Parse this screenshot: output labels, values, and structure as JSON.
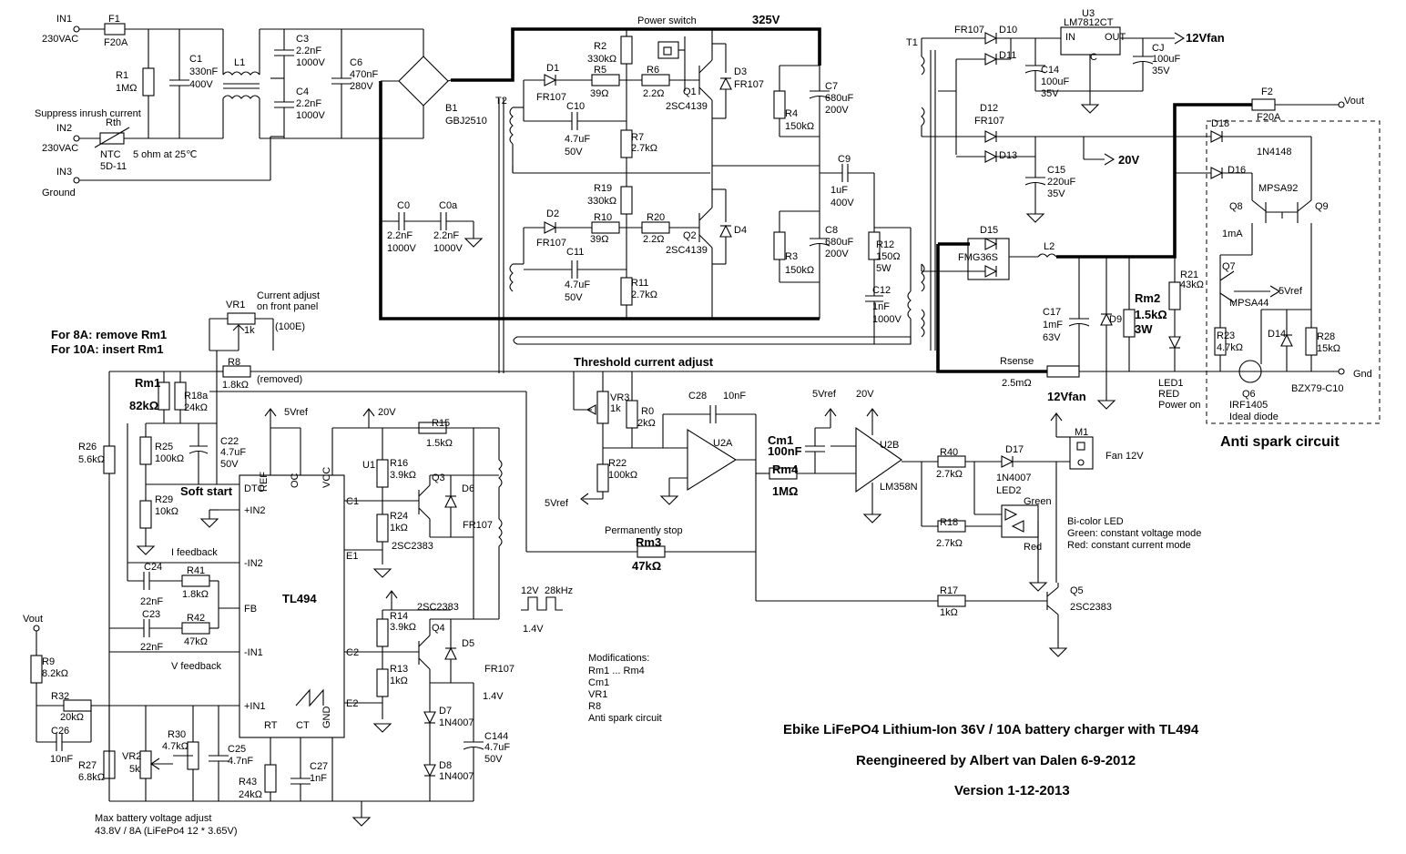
{
  "inputs": {
    "in1": "IN1",
    "in1_sub": "230VAC",
    "in2": "IN2",
    "in2_sub": "230VAC",
    "in3": "IN3",
    "in3_sub": "Ground"
  },
  "front": {
    "f1": "F1",
    "f1v": "F20A",
    "r1": "R1",
    "r1v": "1MΩ",
    "c1": "C1",
    "c1a": "330nF",
    "c1b": "400V",
    "l1": "L1",
    "c3": "C3",
    "c3a": "2.2nF",
    "c3b": "1000V",
    "c4": "C4",
    "c4a": "2.2nF",
    "c4b": "1000V",
    "c6": "C6",
    "c6a": "470nF",
    "c6b": "280V",
    "inrush": "Suppress inrush current",
    "rth": "Rth",
    "ntc": "NTC",
    "ntcv": "5D-11",
    "ntc_note": "5 ohm at 25℃",
    "b1": "B1",
    "b1v": "GBJ2510",
    "c0": "C0",
    "c0a": "2.2nF",
    "c0b": "1000V",
    "c0x": "C0a",
    "c0xa": "2.2nF",
    "c0xb": "1000V"
  },
  "power": {
    "switch_label": "Power switch",
    "v325": "325V",
    "t2": "T2",
    "d1": "D1",
    "d1v": "FR107",
    "r2": "R2",
    "r2v": "330kΩ",
    "r5": "R5",
    "r5v": "39Ω",
    "r6": "R6",
    "r6v": "2.2Ω",
    "q1": "Q1",
    "q1v": "2SC4139",
    "d3": "D3",
    "d3v": "FR107",
    "c10": "C10",
    "c10a": "4.7uF",
    "c10b": "50V",
    "r7": "R7",
    "r7v": "2.7kΩ",
    "r19": "R19",
    "r19v": "330kΩ",
    "d2": "D2",
    "d2v": "FR107",
    "r10": "R10",
    "r10v": "39Ω",
    "r20": "R20",
    "r20v": "2.2Ω",
    "q2": "Q2",
    "q2v": "2SC4139",
    "d4": "D4",
    "c11": "C11",
    "c11a": "4.7uF",
    "c11b": "50V",
    "r11": "R11",
    "r11v": "2.7kΩ",
    "r4": "R4",
    "r4v": "150kΩ",
    "c7": "C7",
    "c7a": "680uF",
    "c7b": "200V",
    "c9": "C9",
    "c9a": "1uF",
    "c9b": "400V",
    "r3": "R3",
    "r3v": "150kΩ",
    "c8": "C8",
    "c8a": "680uF",
    "c8b": "200V",
    "r12": "R12",
    "r12a": "150Ω",
    "r12b": "5W",
    "c12": "C12",
    "c12a": "1nF",
    "c12b": "1000V"
  },
  "secondary": {
    "t1": "T1",
    "fr107": "FR107",
    "d10": "D10",
    "d11": "D11",
    "u3": "U3",
    "u3v": "LM7812CT",
    "in": "IN",
    "out": "OUT",
    "c": "C",
    "v12fan": "12Vfan",
    "cj": "CJ",
    "cja": "100uF",
    "cjb": "35V",
    "c14": "C14",
    "c14a": "100uF",
    "c14b": "35V",
    "f2": "F2",
    "f2v": "F20A",
    "vout": "Vout",
    "d12": "D12",
    "d12v": "FR107",
    "d13": "D13",
    "v20": "20V",
    "c15": "C15",
    "c15a": "220uF",
    "c15b": "35V",
    "d15": "D15",
    "d15v": "FMG36S",
    "l2": "L2",
    "c17": "C17",
    "c17a": "1mF",
    "c17b": "63V",
    "d9": "D9",
    "rm2": "Rm2",
    "rm2a": "1.5kΩ",
    "rm2b": "3W",
    "r21": "R21",
    "r21v": "43kΩ",
    "led1": "LED1",
    "led1b": "RED",
    "led1c": "Power on",
    "rsense": "Rsense",
    "rsensev": "2.5mΩ",
    "gnd": "Gnd"
  },
  "antispark": {
    "title": "Anti spark circuit",
    "d18": "D18",
    "d18v": "1N4148",
    "d16": "D16",
    "mpsa92": "MPSA92",
    "q8": "Q8",
    "q9": "Q9",
    "i1ma": "1mA",
    "q7": "Q7",
    "vref": "5Vref",
    "mpsa44": "MPSA44",
    "r23": "R23",
    "r23v": "4.7kΩ",
    "d14": "D14",
    "r28": "R28",
    "r28v": "15kΩ",
    "q6": "Q6",
    "q6v": "IRF1405",
    "ideal": "Ideal diode",
    "bzx": "BZX79-C10"
  },
  "control": {
    "vr1": "VR1",
    "vr1v": "1k",
    "cur_adj1": "Current adjust",
    "cur_adj2": "on front panel",
    "e100": "(100E)",
    "note8a": "For 8A: remove Rm1",
    "note10a": "For 10A: insert Rm1",
    "r8": "R8",
    "r8v": "1.8kΩ",
    "removed": "(removed)",
    "rm1": "Rm1",
    "rm1v": "82kΩ",
    "r18a": "R18a",
    "r18av": "24kΩ",
    "v5ref": "5Vref",
    "v20": "20V",
    "r26": "R26",
    "r26v": "5.6kΩ",
    "r25": "R25",
    "r25v": "100kΩ",
    "c22": "C22",
    "c22a": "4.7uF",
    "c22b": "50V",
    "softstart": "Soft start",
    "r29": "R29",
    "r29v": "10kΩ",
    "ifeedback": "I feedback",
    "c24": "C24",
    "c24v": "22nF",
    "r41": "R41",
    "r41v": "1.8kΩ",
    "c23": "C23",
    "c23v": "22nF",
    "r42": "R42",
    "r42v": "47kΩ",
    "vfeedback": "V feedback",
    "vout": "Vout",
    "r9": "R9",
    "r9v": "8.2kΩ",
    "r32": "R32",
    "r32v": "20kΩ",
    "c26": "C26",
    "c26v": "10nF",
    "r27": "R27",
    "r27v": "6.8kΩ",
    "vr2": "VR2",
    "vr2v": "5k",
    "r30": "R30",
    "r30v": "4.7kΩ",
    "c25": "C25",
    "c25v": "4.7nF",
    "r43": "R43",
    "r43v": "24kΩ",
    "c27": "C27",
    "c27v": "1nF",
    "maxv1": "Max battery voltage adjust",
    "maxv2": "43.8V / 8A (LiFePo4 12 * 3.65V)",
    "tl494": "TL494",
    "u1": "U1",
    "dtc": "DTC",
    "ref": "REF",
    "oc": "OC",
    "vcc": "VCC",
    "in2p": "+IN2",
    "in2m": "-IN2",
    "fb": "FB",
    "in1m": "-IN1",
    "in1p": "+IN1",
    "rt": "RT",
    "ct": "CT",
    "gndp": "GND",
    "c1p": "C1",
    "e1p": "E1",
    "c2p": "C2",
    "e2p": "E2",
    "r15": "R15",
    "r15v": "1.5kΩ",
    "r16": "R16",
    "r16v": "3.9kΩ",
    "r24": "R24",
    "r24v": "1kΩ",
    "q3": "Q3",
    "d6": "D6",
    "fr107": "FR107",
    "q3v": "2SC2383",
    "r14": "R14",
    "r14v": "3.9kΩ",
    "r13": "R13",
    "r13v": "1kΩ",
    "q4": "Q4",
    "q4v": "2SC2383",
    "d5": "D5",
    "v14": "1.4V",
    "d7": "D7",
    "d7v": "1N4007",
    "d8": "D8",
    "d8v": "1N4007",
    "c144": "C144",
    "c144a": "4.7uF",
    "c144b": "50V",
    "v12": "12V",
    "f28": "28kHz",
    "v14b": "1.4V"
  },
  "opamp": {
    "thresh": "Threshold current  adjust",
    "vr3": "VR3",
    "vr3v": "1k",
    "r0": "R0",
    "r0v": "2kΩ",
    "c28": "C28",
    "c28v": "10nF",
    "u2a": "U2A",
    "r22": "R22",
    "r22v": "100kΩ",
    "v5ref": "5Vref",
    "rm4": "Rm4",
    "rm4v": "1MΩ",
    "cm1": "Cm1",
    "cm1v": "100nF",
    "u2b": "U2B",
    "lm358": "LM358N",
    "v5ref2": "5Vref",
    "v20": "20V",
    "r40": "R40",
    "r40v": "2.7kΩ",
    "d17": "D17",
    "d17v": "1N4007",
    "led2": "LED2",
    "green": "Green",
    "red": "Red",
    "v12fan": "12Vfan",
    "m1": "M1",
    "fan": "Fan 12V",
    "bicolor": "Bi-color LED",
    "green_mode": "Green: constant voltage mode",
    "red_mode": "Red:  constant current mode",
    "r18": "R18",
    "r18v": "2.7kΩ",
    "stop": "Permanently stop",
    "rm3": "Rm3",
    "rm3v": "47kΩ",
    "r17": "R17",
    "r17v": "1kΩ",
    "q5": "Q5",
    "q5v": "2SC2383"
  },
  "notes": {
    "mods": "Modifications:",
    "m1": "Rm1 ... Rm4",
    "m2": "Cm1",
    "m3": "VR1",
    "m4": "R8",
    "m5": "Anti spark circuit",
    "title1": "Ebike LiFePO4 Lithium-Ion 36V / 10A battery charger with TL494",
    "title2": "Reengineered by Albert van Dalen 6-9-2012",
    "title3": "Version 1-12-2013"
  }
}
